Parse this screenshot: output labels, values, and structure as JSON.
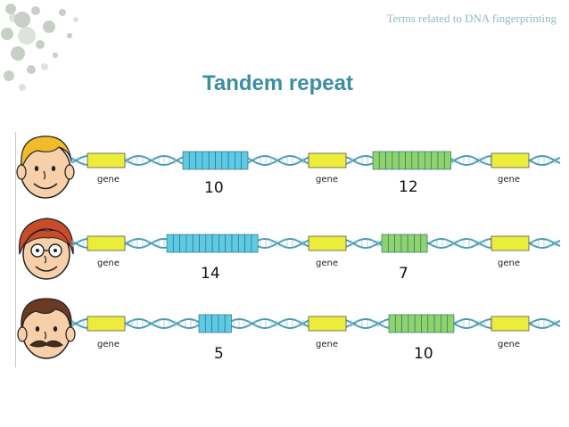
{
  "header": {
    "topic": "Terms related to DNA fingerprinting"
  },
  "slide": {
    "title": "Tandem repeat"
  },
  "colors": {
    "title": "#3a8ea5",
    "gene": "#ecec3a",
    "repeat_blue": "#5ccbe6",
    "repeat_green": "#8ed46a",
    "dna": "#4b9bb4"
  },
  "rows": [
    {
      "person": "blond-boy",
      "labels": [
        "gene",
        "gene",
        "gene"
      ],
      "repeat_a": "10",
      "repeat_b": "12",
      "units_a": 10,
      "units_b": 12
    },
    {
      "person": "red-haired-woman-with-glasses",
      "labels": [
        "gene",
        "gene",
        "gene"
      ],
      "repeat_a": "14",
      "repeat_b": "7",
      "units_a": 14,
      "units_b": 7
    },
    {
      "person": "man-with-mustache",
      "labels": [
        "gene",
        "gene",
        "gene"
      ],
      "repeat_a": "5",
      "repeat_b": "10",
      "units_a": 5,
      "units_b": 10
    }
  ]
}
